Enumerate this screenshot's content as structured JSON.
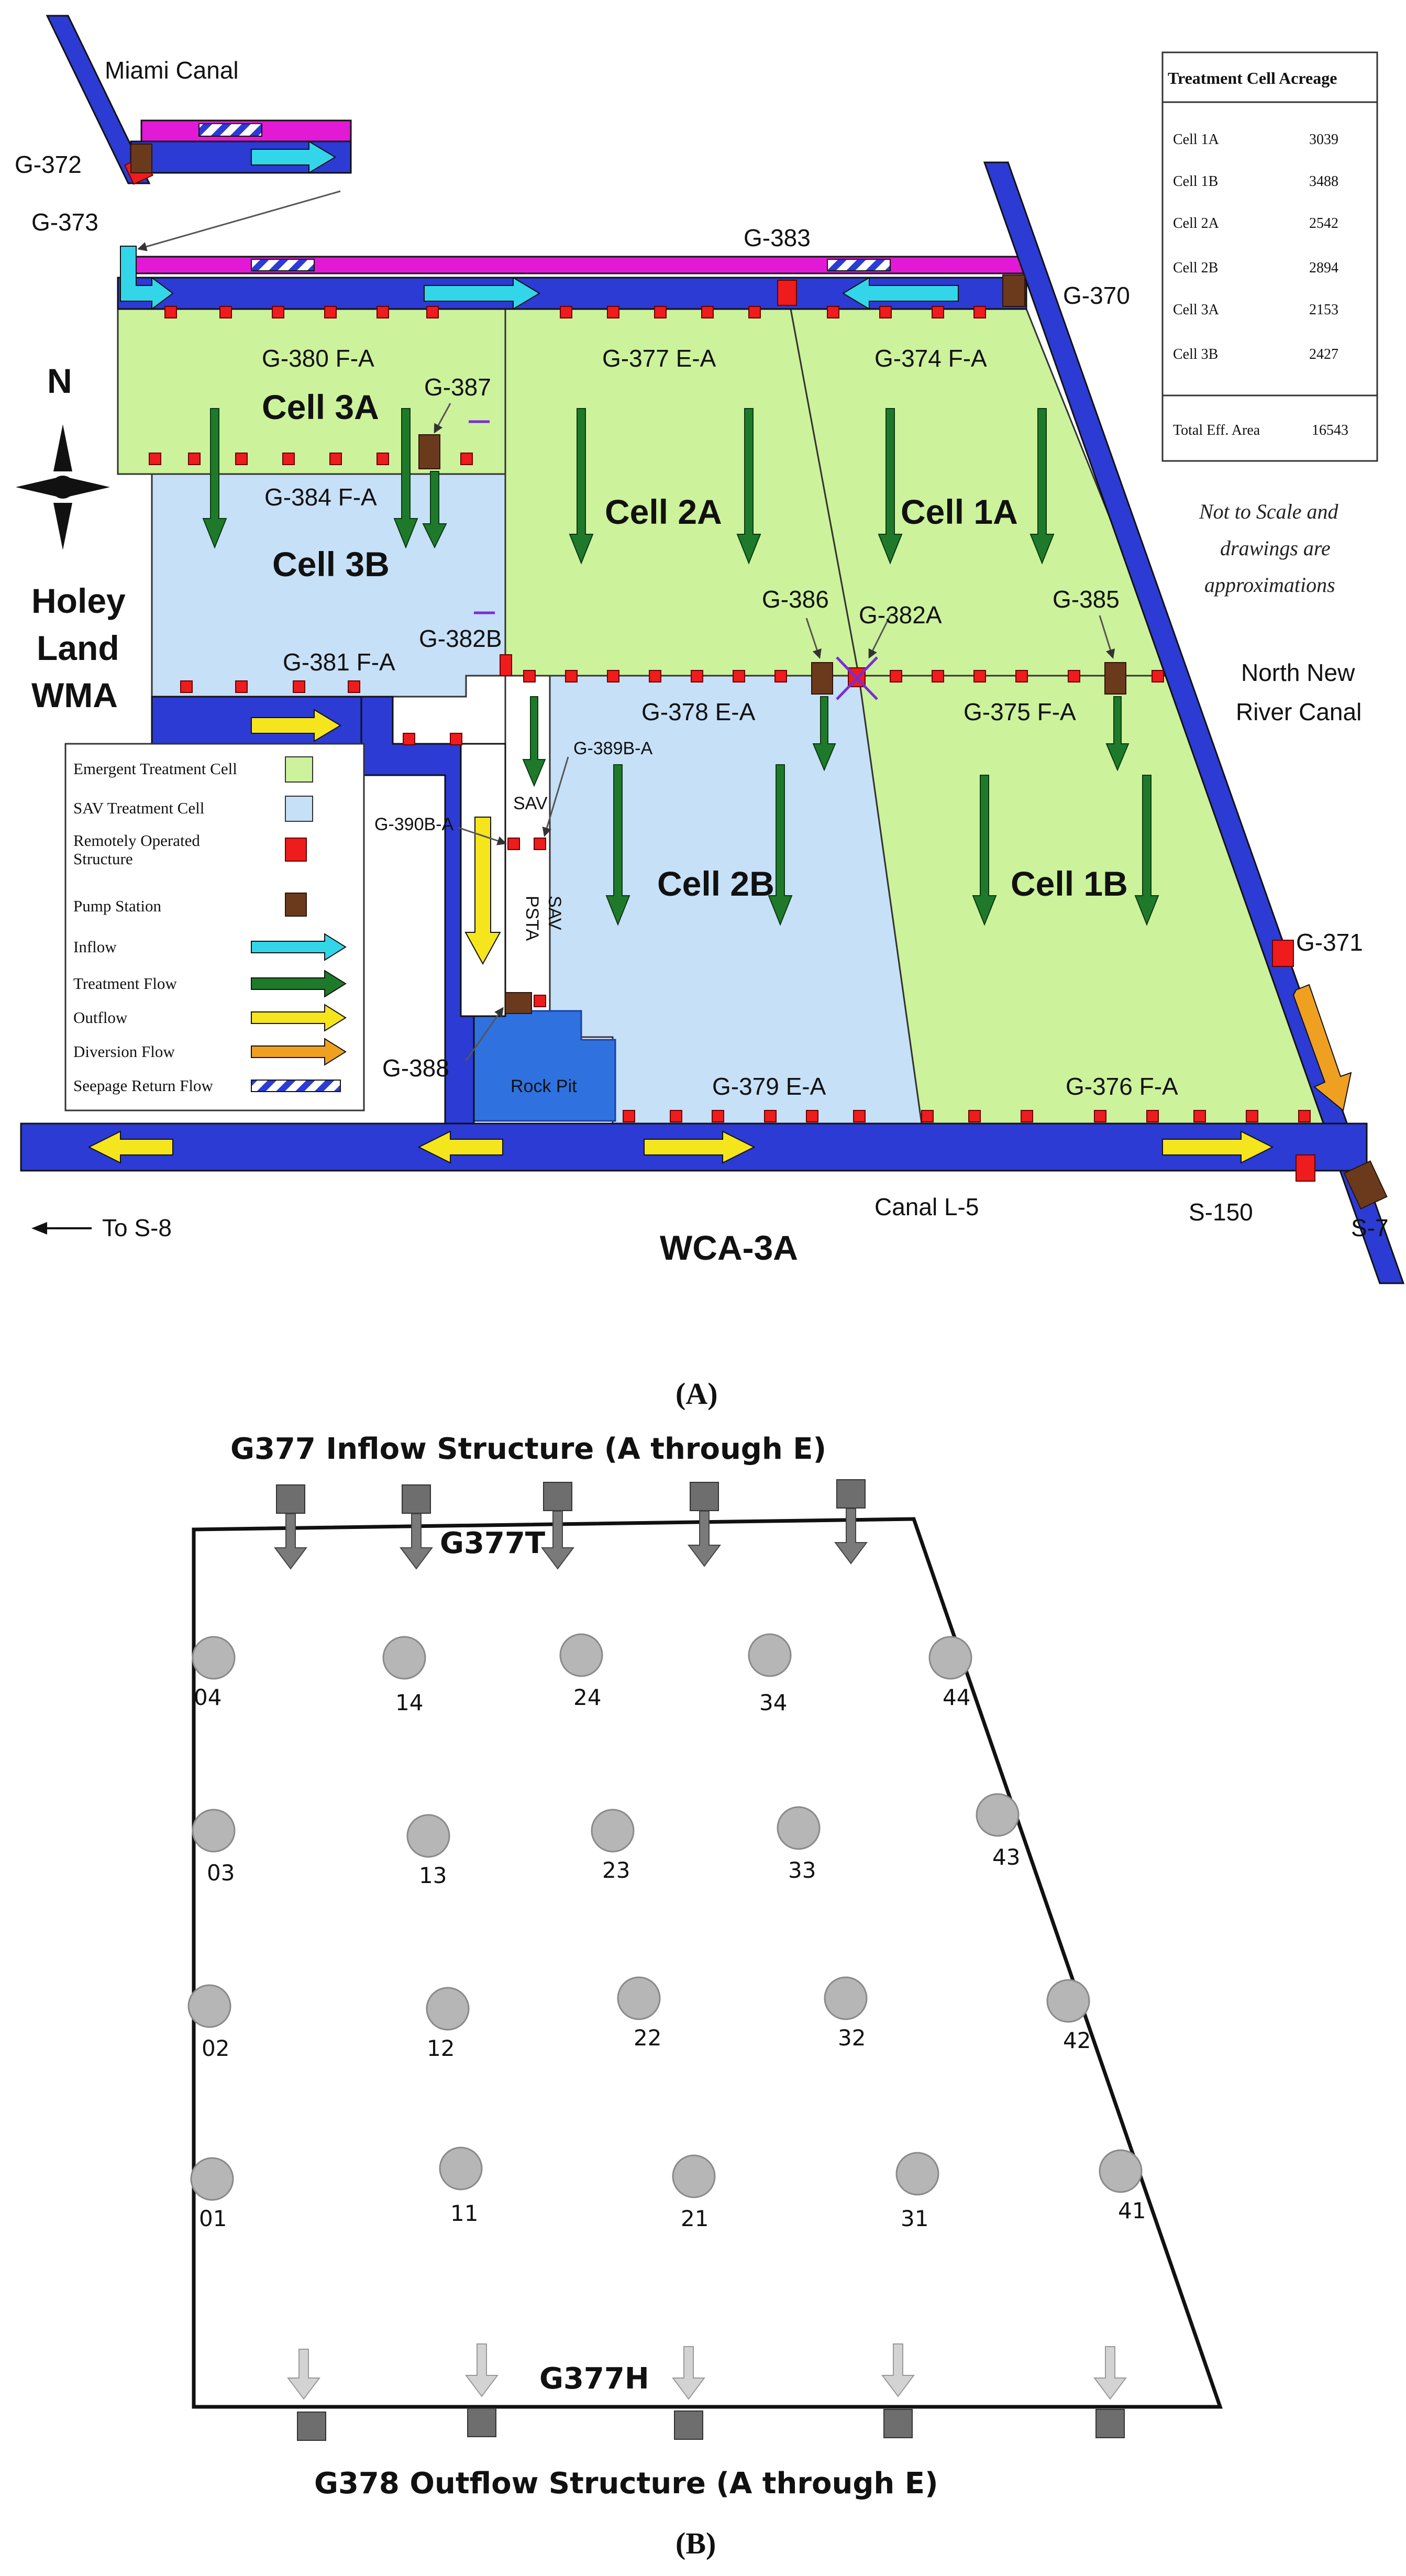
{
  "map": {
    "canals": {
      "miami": "Miami Canal",
      "north_new_river_1": "North New",
      "north_new_river_2": "River Canal",
      "l5": "Canal L-5",
      "to_s8": "To S-8"
    },
    "regions": {
      "holey_1": "Holey",
      "holey_2": "Land",
      "holey_3": "WMA",
      "wca": "WCA-3A",
      "north": "N",
      "rock_pit": "Rock Pit",
      "sav": "SAV",
      "psta": "PSTA",
      "sav_vertical": "SAV"
    },
    "cells": {
      "c3a": "Cell 3A",
      "c3b": "Cell 3B",
      "c2a": "Cell 2A",
      "c2b": "Cell 2B",
      "c1a": "Cell 1A",
      "c1b": "Cell 1B"
    },
    "structures": {
      "g372": "G-372",
      "g373": "G-373",
      "g383": "G-383",
      "g370": "G-370",
      "g380": "G-380 F-A",
      "g377": "G-377 E-A",
      "g374": "G-374 F-A",
      "g387": "G-387",
      "g384": "G-384 F-A",
      "g382b": "G-382B",
      "g386": "G-386",
      "g382a": "G-382A",
      "g385": "G-385",
      "g381": "G-381 F-A",
      "g378": "G-378 E-A",
      "g375": "G-375 F-A",
      "g389": "G-389B-A",
      "g390": "G-390B-A",
      "g371": "G-371",
      "g388": "G-388",
      "g379": "G-379 E-A",
      "g376": "G-376 F-A",
      "s150": "S-150",
      "s7": "S-7"
    },
    "note_1": "Not to Scale and",
    "note_2": "drawings are",
    "note_3": "approximations",
    "acreage_table": {
      "header": "Treatment Cell Acreage",
      "rows": [
        {
          "cell": "Cell 1A",
          "acres": "3039"
        },
        {
          "cell": "Cell 1B",
          "acres": "3488"
        },
        {
          "cell": "Cell 2A",
          "acres": "2542"
        },
        {
          "cell": "Cell 2B",
          "acres": "2894"
        },
        {
          "cell": "Cell 3A",
          "acres": "2153"
        },
        {
          "cell": "Cell 3B",
          "acres": "2427"
        }
      ],
      "total_label": "Total Eff. Area",
      "total_value": "16543"
    },
    "legend": [
      {
        "label": "Emergent Treatment Cell",
        "color": "#ccf29b"
      },
      {
        "label": "SAV Treatment Cell",
        "color": "#c6e0f7"
      },
      {
        "label": "Remotely Operated",
        "color": "#ee1c1c"
      },
      {
        "label": "Structure",
        "color": "#ee1c1c"
      },
      {
        "label": "Pump Station",
        "color": "#6b3a1d"
      },
      {
        "label": "Inflow",
        "color": "#33d6e8"
      },
      {
        "label": "Treatment Flow",
        "color": "#1e7a2a"
      },
      {
        "label": "Outflow",
        "color": "#f5e51d"
      },
      {
        "label": "Diversion Flow",
        "color": "#f0a020"
      },
      {
        "label": "Seepage Return Flow",
        "color": "#2b3bd4"
      }
    ],
    "caption": "(A)"
  },
  "panel_b": {
    "top_title": "G377 Inflow Structure (A through E)",
    "bottom_title": "G378 Outflow Structure (A through E)",
    "inflow_label": "G377T",
    "outflow_label": "G377H",
    "points": [
      {
        "id": "04"
      },
      {
        "id": "14"
      },
      {
        "id": "24"
      },
      {
        "id": "34"
      },
      {
        "id": "44"
      },
      {
        "id": "03"
      },
      {
        "id": "13"
      },
      {
        "id": "23"
      },
      {
        "id": "33"
      },
      {
        "id": "43"
      },
      {
        "id": "02"
      },
      {
        "id": "12"
      },
      {
        "id": "22"
      },
      {
        "id": "32"
      },
      {
        "id": "42"
      },
      {
        "id": "01"
      },
      {
        "id": "11"
      },
      {
        "id": "21"
      },
      {
        "id": "31"
      },
      {
        "id": "41"
      }
    ],
    "caption": "(B)"
  }
}
